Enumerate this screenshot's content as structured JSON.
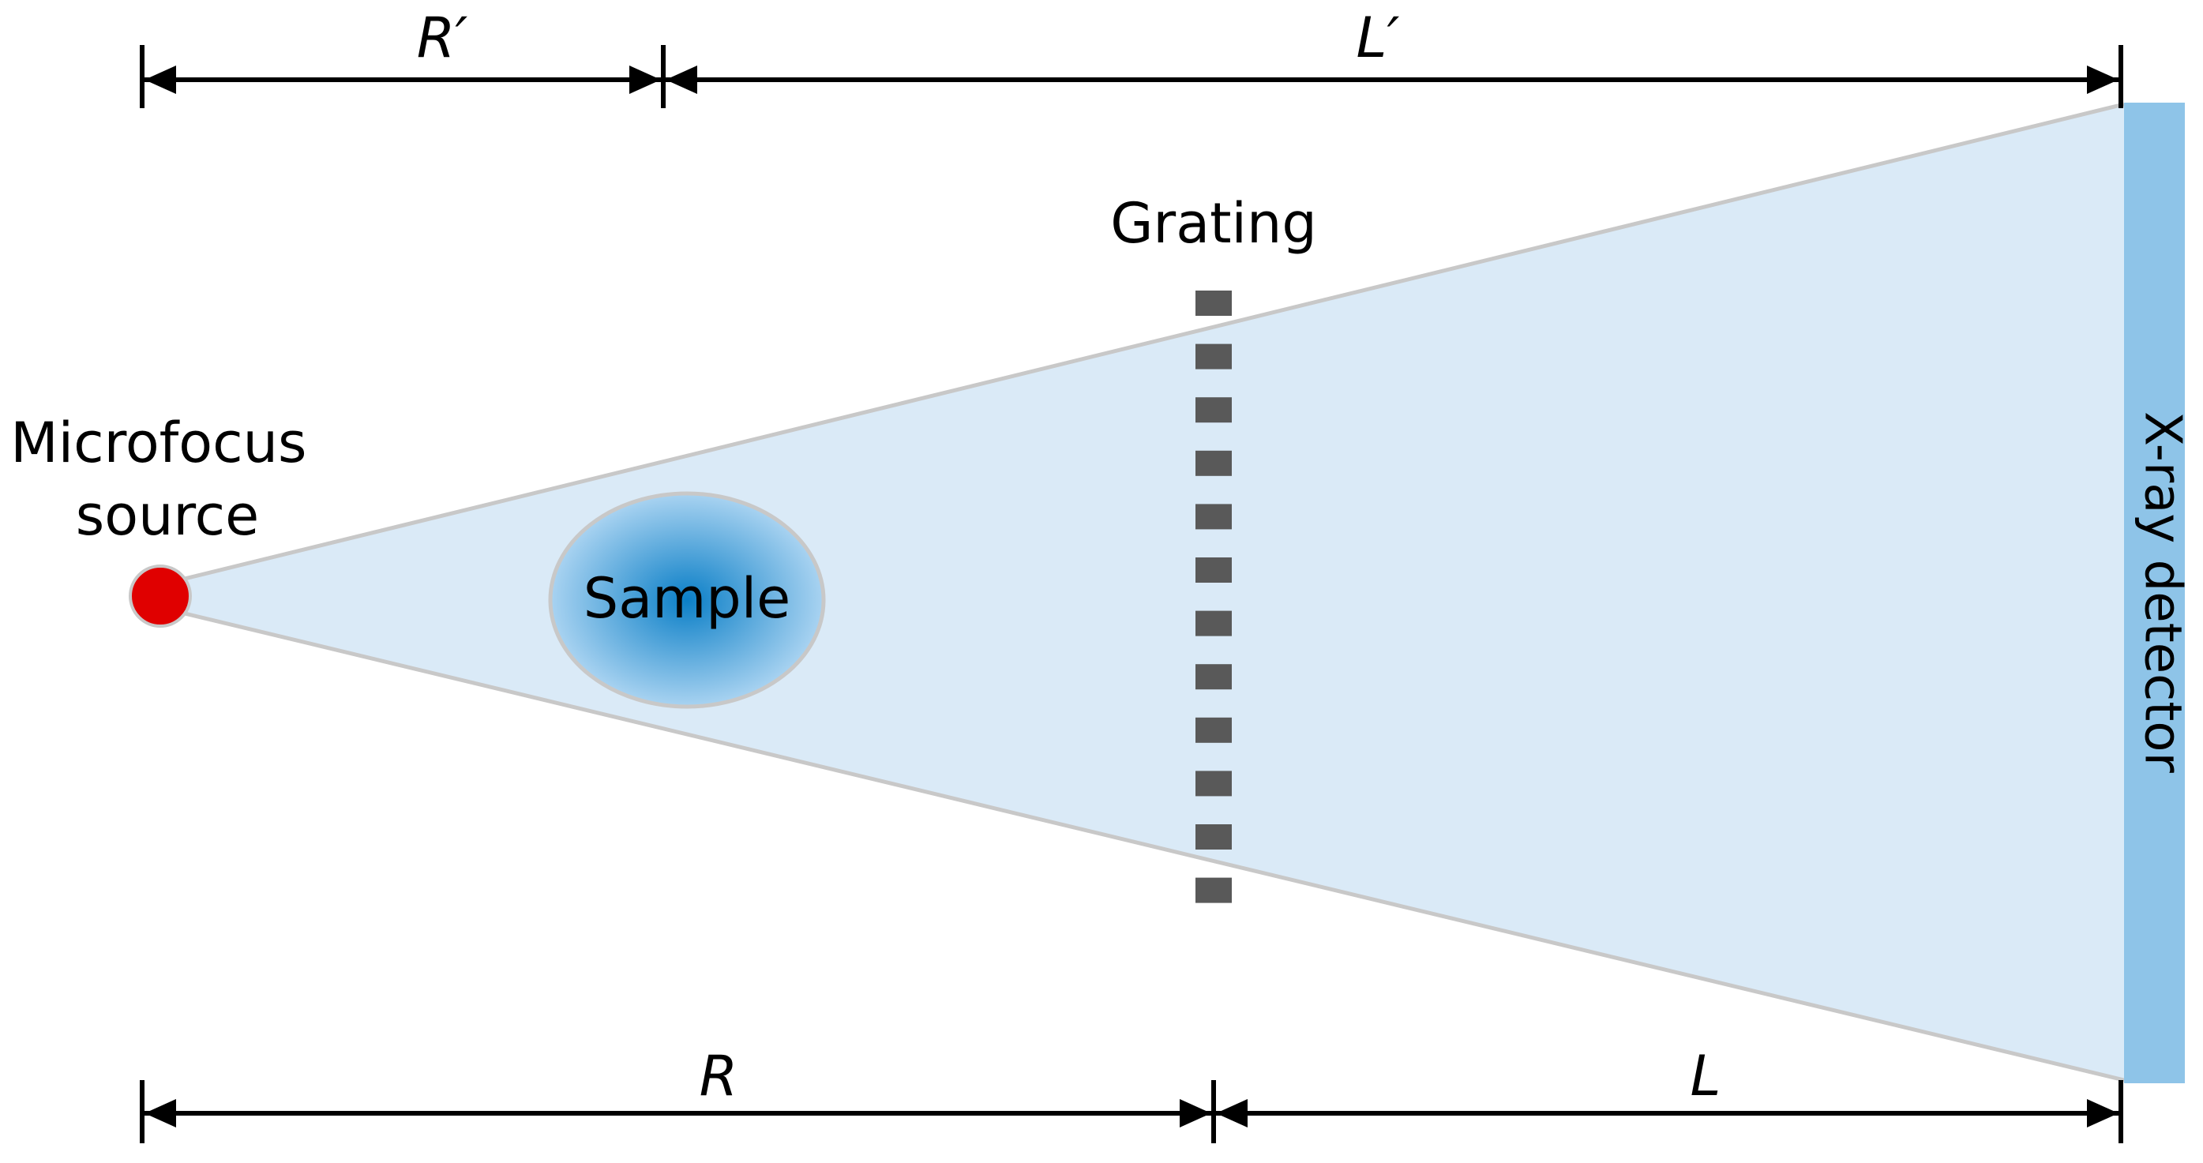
{
  "labels": {
    "source": [
      "Microfocus",
      "source"
    ],
    "sample": "Sample",
    "grating": "Grating",
    "detector": "X-ray detector",
    "dim_r_prime": "R′",
    "dim_l_prime": "L′",
    "dim_r": "R",
    "dim_l": "L"
  },
  "colors": {
    "beam_fill": "#daeaf7",
    "beam_edge": "#c8c8c8",
    "source": "#e00000",
    "sample_center": "#0b7fc7",
    "sample_edge": "#a9d3f1",
    "grating_bar": "#595959",
    "detector": "#8ec4e8",
    "dimension_line": "#000000"
  },
  "grating": {
    "bar_count": 12
  }
}
